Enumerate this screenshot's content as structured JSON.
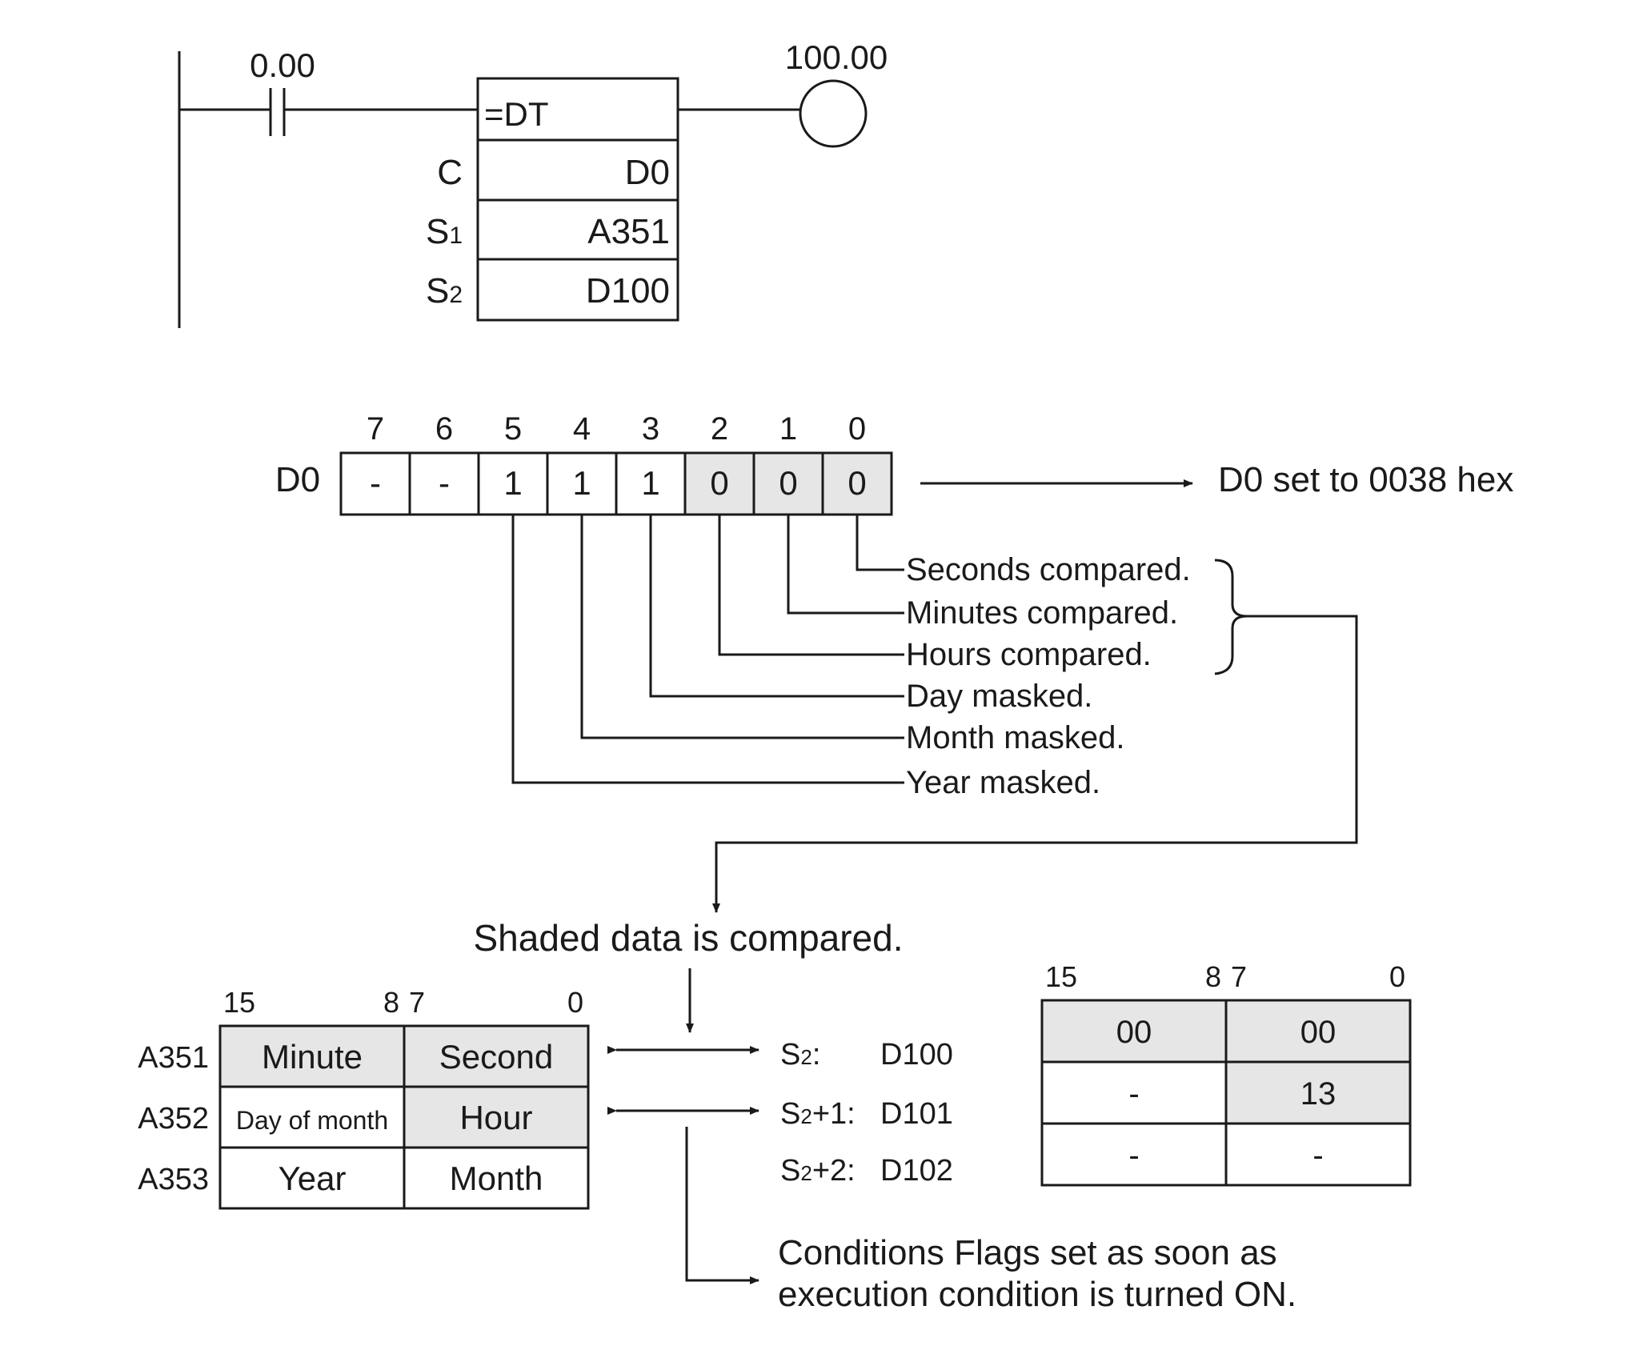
{
  "ladder": {
    "input_contact": "0.00",
    "output_coil": "100.00",
    "instruction": "=DT",
    "operand_labels": [
      {
        "main": "C",
        "sub": ""
      },
      {
        "main": "S",
        "sub": "1"
      },
      {
        "main": "S",
        "sub": "2"
      }
    ],
    "operand_values": [
      "D0",
      "A351",
      "D100"
    ]
  },
  "control_word": {
    "label": "D0",
    "bit_numbers": [
      "7",
      "6",
      "5",
      "4",
      "3",
      "2",
      "1",
      "0"
    ],
    "bits": [
      "-",
      "-",
      "1",
      "1",
      "1",
      "0",
      "0",
      "0"
    ],
    "shaded": [
      false,
      false,
      false,
      false,
      false,
      true,
      true,
      true
    ],
    "result": "D0 set to 0038 hex",
    "annotations": [
      "Seconds compared.",
      "Minutes compared.",
      "Hours compared.",
      "Day masked.",
      "Month masked.",
      "Year masked."
    ]
  },
  "compare_note": "Shaded data is compared.",
  "clock_table": {
    "bit_labels": [
      "15",
      "8",
      "7",
      "0"
    ],
    "rows": [
      {
        "addr": "A351",
        "high": "Minute",
        "low": "Second",
        "high_shaded": true,
        "low_shaded": true
      },
      {
        "addr": "A352",
        "high": "Day of month",
        "low": "Hour",
        "high_shaded": false,
        "low_shaded": true
      },
      {
        "addr": "A353",
        "high": "Year",
        "low": "Month",
        "high_shaded": false,
        "low_shaded": false
      }
    ]
  },
  "s2_labels": [
    {
      "main": "S",
      "sub": "2",
      "rest": ":",
      "word": "D100"
    },
    {
      "main": "S",
      "sub": "2",
      "rest": "+1:",
      "word": "D101"
    },
    {
      "main": "S",
      "sub": "2",
      "rest": "+2:",
      "word": "D102"
    }
  ],
  "d_table": {
    "bit_labels": [
      "15",
      "8",
      "7",
      "0"
    ],
    "rows": [
      {
        "high": "00",
        "low": "00",
        "high_shaded": true,
        "low_shaded": true
      },
      {
        "high": "-",
        "low": "13",
        "high_shaded": false,
        "low_shaded": true
      },
      {
        "high": "-",
        "low": "-",
        "high_shaded": false,
        "low_shaded": false
      }
    ]
  },
  "conditions_note": [
    "Conditions Flags set as soon as",
    "execution condition is turned ON."
  ],
  "colors": {
    "line": "#1a1a1a",
    "shade": "#e6e6e6"
  }
}
